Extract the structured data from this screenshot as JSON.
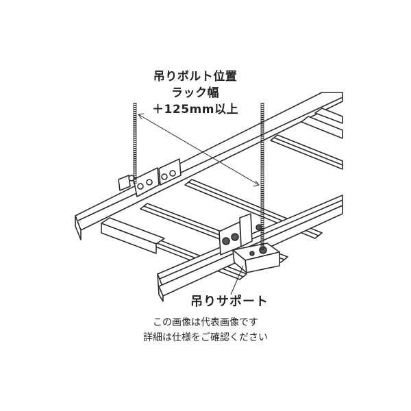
{
  "diagram": {
    "title": "Ladder cable rack suspension diagram",
    "labels": {
      "bolt_position": {
        "line1": "吊りボルト位置",
        "line2": "ラック幅",
        "line3": "＋125mm以上"
      },
      "support": "吊りサポート"
    },
    "notes": {
      "line1": "この画像は代表画像です",
      "line2": "詳細は仕様をご確認ください"
    },
    "colors": {
      "line": "#2a2a2a",
      "fill": "#ffffff",
      "shade": "#d8d8d8"
    }
  }
}
